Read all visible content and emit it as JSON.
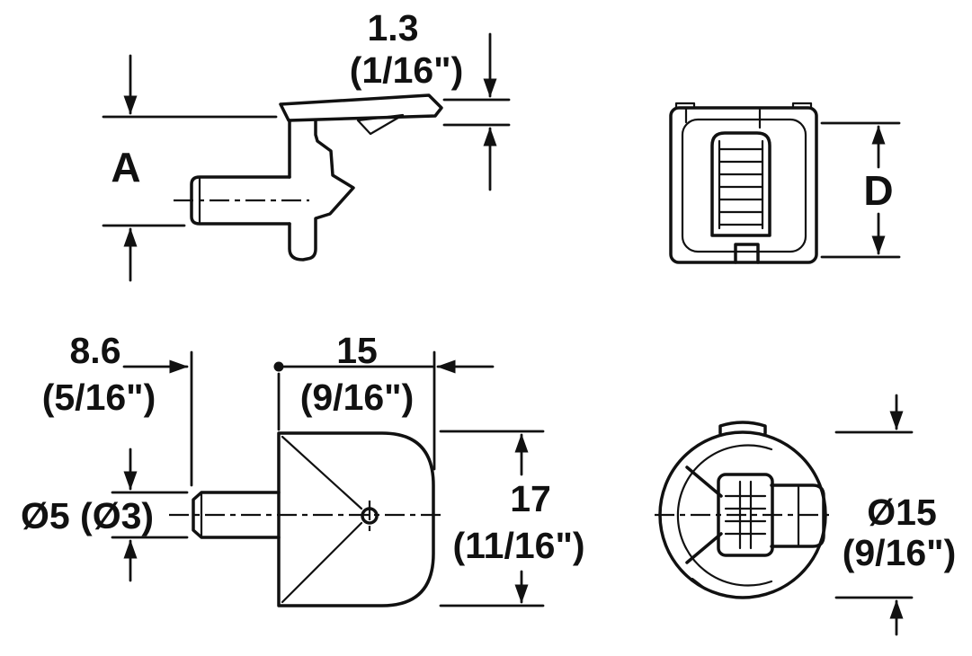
{
  "drawing": {
    "type": "technical-dimension-drawing",
    "subject": "shelf support pin, four orthographic views",
    "colors": {
      "line": "#111111",
      "background": "#ffffff"
    }
  },
  "dims": {
    "plate_mm": "1.3",
    "plate_in": "(1/16\")",
    "a_label": "A",
    "d_label": "D",
    "pin_len_mm": "8.6",
    "pin_len_in": "(5/16\")",
    "width_mm": "15",
    "width_in": "(9/16\")",
    "pin_dia": "Ø5 (Ø3)",
    "height_mm": "17",
    "height_in": "(11/16\")",
    "dia_mm": "Ø15",
    "dia_in": "(9/16\")"
  }
}
